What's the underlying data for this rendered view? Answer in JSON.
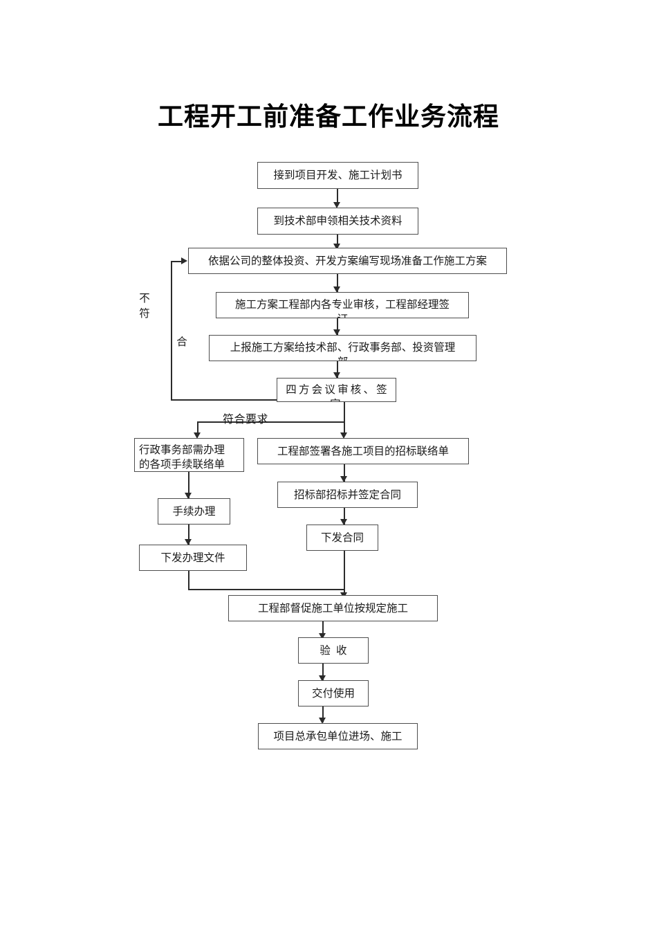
{
  "document": {
    "title": "工程开工前准备工作业务流程",
    "type": "flowchart"
  },
  "chart_data": {
    "type": "flowchart",
    "title": "工程开工前准备工作业务流程",
    "nodes": [
      {
        "id": "n1",
        "label": "接到项目开发、施工计划书"
      },
      {
        "id": "n2",
        "label": "到技术部申领相关技术资料"
      },
      {
        "id": "n3",
        "label": "依据公司的整体投资、开发方案编写现场准备工作施工方案"
      },
      {
        "id": "n4",
        "label": "施工方案工程部内各专业审核，工程部经理签\n订"
      },
      {
        "id": "n5",
        "label": "上报施工方案给技术部、行政事务部、投资管理\n部"
      },
      {
        "id": "n6",
        "label": "四方会议审核、签\n字"
      },
      {
        "id": "n7",
        "label": "行政事务部需办理\n的各项手续联络单"
      },
      {
        "id": "n8",
        "label": "工程部签署各施工项目的招标联络单"
      },
      {
        "id": "n9",
        "label": "手续办理"
      },
      {
        "id": "n10",
        "label": "招标部招标并签定合同"
      },
      {
        "id": "n11",
        "label": "下发办理文件"
      },
      {
        "id": "n12",
        "label": "下发合同"
      },
      {
        "id": "n13",
        "label": "工程部督促施工单位按规定施工"
      },
      {
        "id": "n14",
        "label": "验 收"
      },
      {
        "id": "n15",
        "label": "交付使用"
      },
      {
        "id": "n16",
        "label": "项目总承包单位进场、施工"
      }
    ],
    "edge_labels": [
      {
        "id": "e1",
        "label": "不\n符",
        "note": "不符合 feedback loop back to n3"
      },
      {
        "id": "e2",
        "label": "合"
      },
      {
        "id": "e3",
        "label": "符合要求"
      }
    ],
    "edges": [
      {
        "from": "n1",
        "to": "n2"
      },
      {
        "from": "n2",
        "to": "n3"
      },
      {
        "from": "n3",
        "to": "n4"
      },
      {
        "from": "n4",
        "to": "n5"
      },
      {
        "from": "n5",
        "to": "n6"
      },
      {
        "from": "n6",
        "to": "n3",
        "label": "不符合"
      },
      {
        "from": "n6",
        "to": "n7",
        "label": "符合要求"
      },
      {
        "from": "n6",
        "to": "n8"
      },
      {
        "from": "n7",
        "to": "n9"
      },
      {
        "from": "n8",
        "to": "n10"
      },
      {
        "from": "n9",
        "to": "n11"
      },
      {
        "from": "n10",
        "to": "n12"
      },
      {
        "from": "n11",
        "to": "n13"
      },
      {
        "from": "n12",
        "to": "n13"
      },
      {
        "from": "n13",
        "to": "n14"
      },
      {
        "from": "n14",
        "to": "n15"
      },
      {
        "from": "n15",
        "to": "n16"
      }
    ]
  }
}
